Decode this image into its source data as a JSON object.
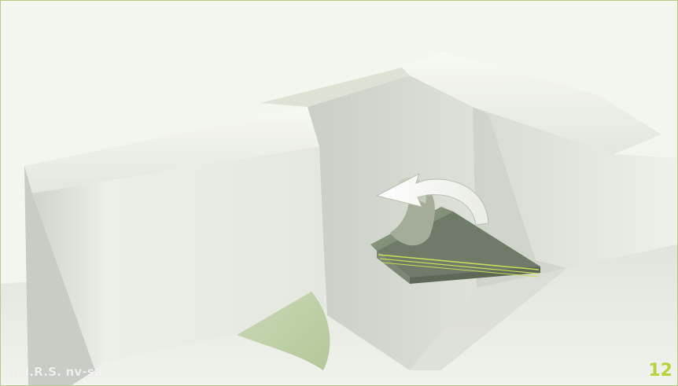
{
  "slide": {
    "copyright": "© I.R.S. nv-sa",
    "page_number": "12",
    "accent_color": "#b8d23c",
    "frame_color": "#b6c988"
  },
  "illustration": {
    "subject": "inside corner of a membrane-lined upstand",
    "icons": [
      "curved-arrow-icon",
      "folded-membrane-patch",
      "corner-patch-piece"
    ]
  }
}
